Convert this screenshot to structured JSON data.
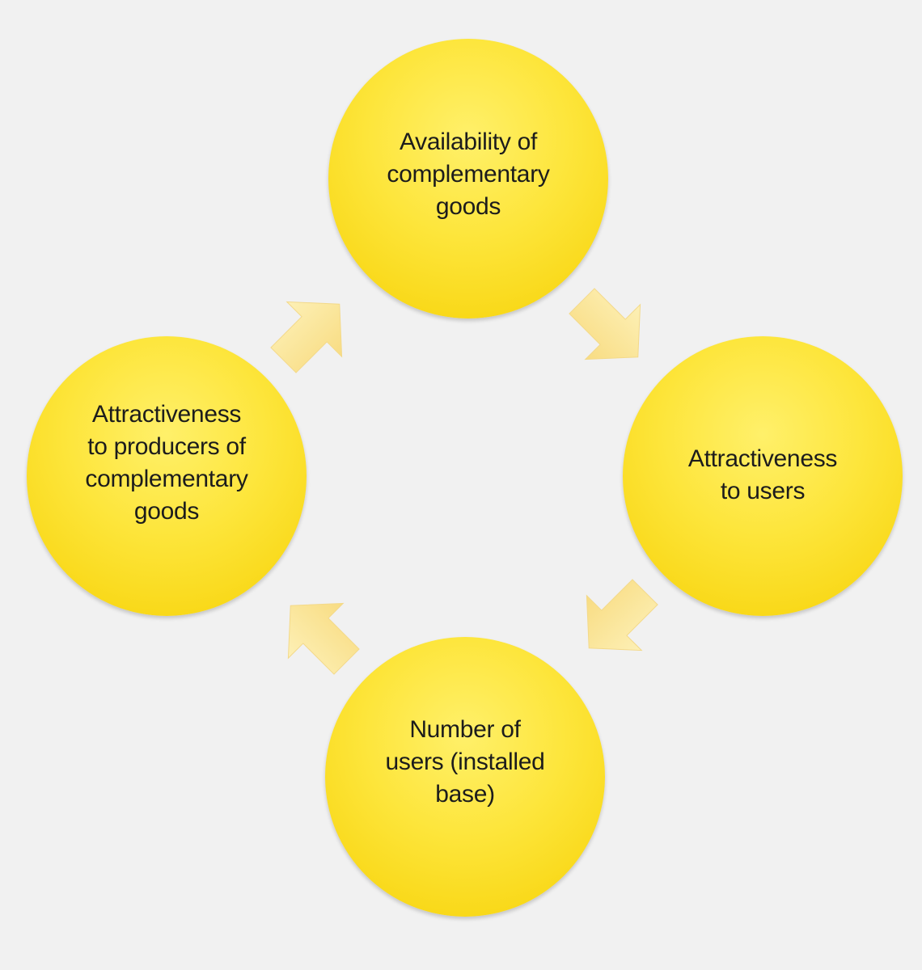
{
  "diagram": {
    "nodes": [
      {
        "id": "top",
        "label": "Availability of\ncomplementary\ngoods"
      },
      {
        "id": "right",
        "label": "Attractiveness\nto users"
      },
      {
        "id": "bottom",
        "label": "Number of\nusers (installed\nbase)"
      },
      {
        "id": "left",
        "label": "Attractiveness\nto producers of\ncomplementary\ngoods"
      }
    ],
    "cycle_direction": "clockwise",
    "colors": {
      "background": "#f1f1f1",
      "circle_fill": "#fde53a",
      "circle_edge": "#f6d105",
      "arrow_fill": "#fbe89a",
      "text": "#1c1c1c"
    }
  }
}
